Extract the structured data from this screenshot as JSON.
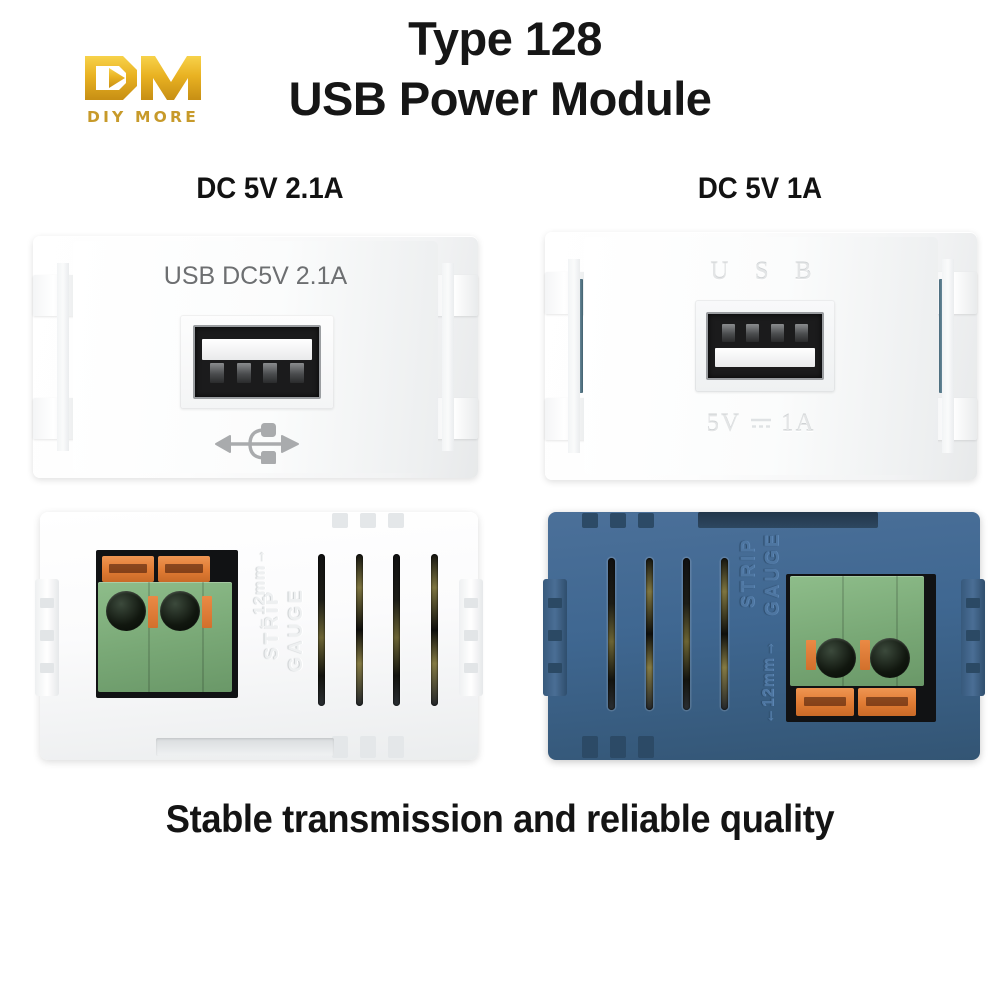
{
  "brand": {
    "logo_mark": "DM",
    "logo_tagline": "DIY MORE",
    "logo_color": "#e8b420"
  },
  "header": {
    "title_line1": "Type 128",
    "title_line2": "USB Power Module"
  },
  "variants": [
    {
      "id": "left",
      "spec_label": "DC 5V 2.1A",
      "front_top_text": "USB DC5V 2.1A",
      "front_bottom_text": "",
      "front_icon": "usb-trident-icon",
      "body_color_name": "white",
      "body_color_hex": "#f3f5f6"
    },
    {
      "id": "right",
      "spec_label": "DC 5V 1A",
      "front_top_text": "U S B",
      "front_bottom_text_pre": "5V",
      "front_bottom_text_post": "1A",
      "front_bottom_symbol": "dc-current-icon",
      "body_color_name": "blue",
      "body_color_hex": "#3f6791"
    }
  ],
  "body_markings": {
    "strip": "STRIP",
    "gauge": "GAUGE",
    "strip_length": "12mm",
    "arrow_left": "←",
    "arrow_right": "→"
  },
  "terminal": {
    "block_color": "#79a876",
    "lever_color": "#e07b33",
    "screw_color": "#11170f",
    "pole_count": 2
  },
  "footer": {
    "caption": "Stable transmission and reliable quality"
  },
  "colors": {
    "background": "#ffffff",
    "text": "#161616",
    "printed_label": "#6d6f71",
    "pcb_edge": "#6c8d9d"
  }
}
